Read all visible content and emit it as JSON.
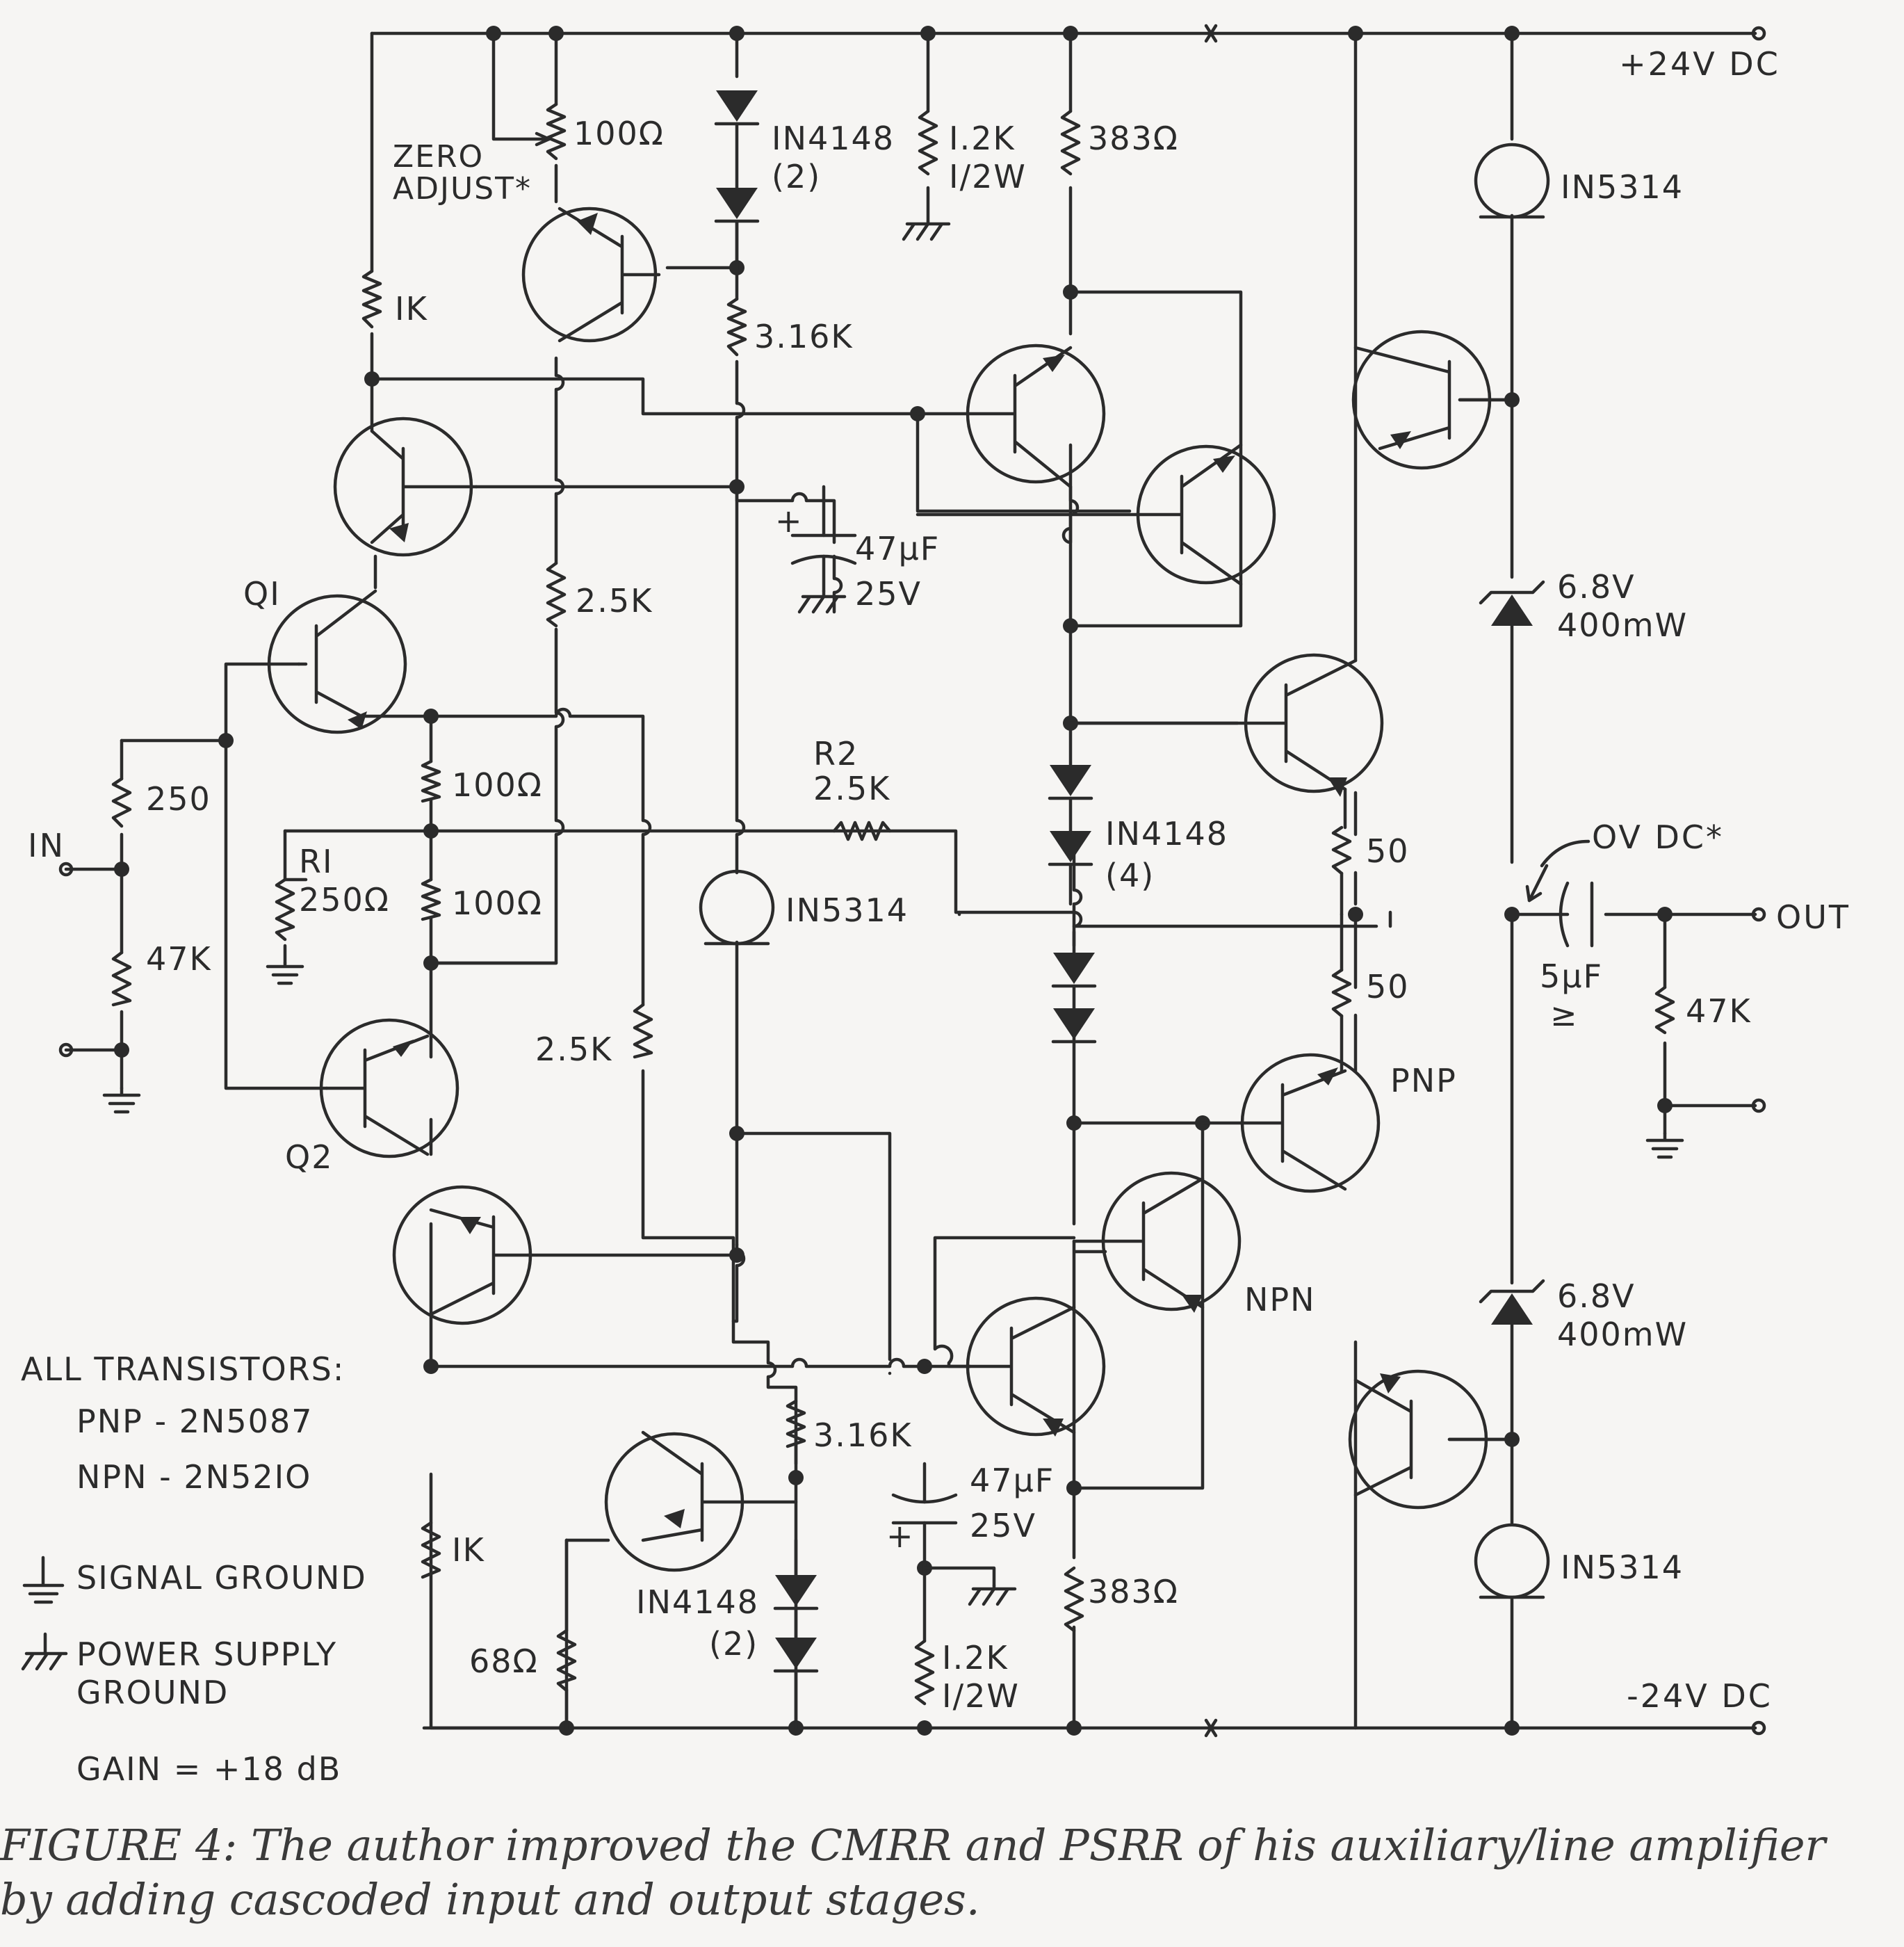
{
  "rails": {
    "positive": "+24V DC",
    "negative": "-24V DC"
  },
  "ports": {
    "in": "IN",
    "out": "OUT",
    "out_dc": "OV DC*"
  },
  "labels": {
    "zero_adjust_1": "ZERO",
    "zero_adjust_2": "ADJUST*",
    "q1": "QI",
    "q2": "Q2",
    "pnp": "PNP",
    "npn": "NPN",
    "r1": "RI",
    "r2": "R2"
  },
  "components": {
    "r_zero": "100Ω",
    "r_1k_top": "IK",
    "r_250_in": "250",
    "r_47k_in": "47K",
    "r_100_a": "100Ω",
    "r_100_b": "100Ω",
    "r1_value": "250Ω",
    "r_25k_left": "2.5K",
    "r_25k_mid": "2.5K",
    "r_316k_top": "3.16K",
    "r_316k_bot": "3.16K",
    "r2_value": "2.5K",
    "d_top_1": "IN4148",
    "d_top_2": "(2)",
    "d_bot_1": "IN4148",
    "d_bot_2": "(2)",
    "d_mid_1": "IN4148",
    "d_mid_2": "(4)",
    "r_12k_top_1": "I.2K",
    "r_12k_top_2": "I/2W",
    "r_12k_bot_1": "I.2K",
    "r_12k_bot_2": "I/2W",
    "cap_top_1": "47μF",
    "cap_top_2": "25V",
    "cap_bot_1": "47μF",
    "cap_bot_2": "25V",
    "cr_mid": "IN5314",
    "cr_top": "IN5314",
    "cr_bot": "IN5314",
    "r_383_top": "383Ω",
    "r_383_bot": "383Ω",
    "z_top_1": "6.8V",
    "z_top_2": "400mW",
    "z_bot_1": "6.8V",
    "z_bot_2": "400mW",
    "r_50_top": "50",
    "r_50_bot": "50",
    "cap_out_1": "5μF",
    "cap_out_2": "≥",
    "r_47k_out": "47K",
    "r_1k_bot": "IK",
    "r_68": "68Ω"
  },
  "legend": {
    "title": "ALL TRANSISTORS:",
    "pnp": "PNP - 2N5087",
    "npn": "NPN - 2N52IO",
    "signal_ground": "SIGNAL  GROUND",
    "power_ground_1": "POWER  SUPPLY",
    "power_ground_2": "GROUND",
    "gain": "GAIN = +18 dB"
  },
  "caption": {
    "line1": "FIGURE 4: The author improved the CMRR and PSRR of his auxiliary/line amplifier",
    "line2": "by adding cascoded input and output stages."
  }
}
